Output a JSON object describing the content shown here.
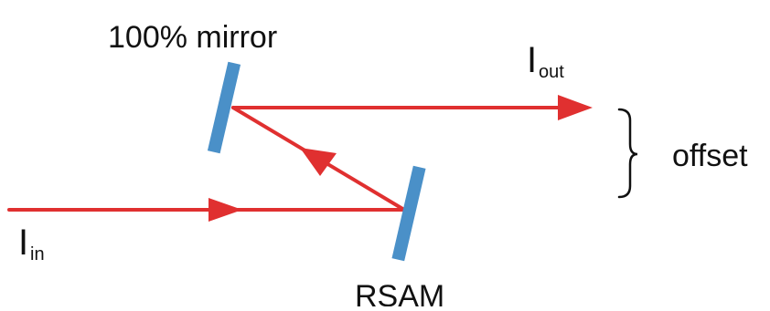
{
  "labels": {
    "mirror_label": "100% mirror",
    "rsam_label": "RSAM",
    "input_symbol": "I",
    "input_subscript": "in",
    "output_symbol": "I",
    "output_subscript": "out",
    "offset_label": "offset"
  },
  "colors": {
    "beam": "#e03030",
    "mirror": "#4a90c8",
    "text": "#111111"
  },
  "icons": {
    "beam_arrow": "arrow-head-icon",
    "offset_bracket": "curly-brace-icon"
  }
}
